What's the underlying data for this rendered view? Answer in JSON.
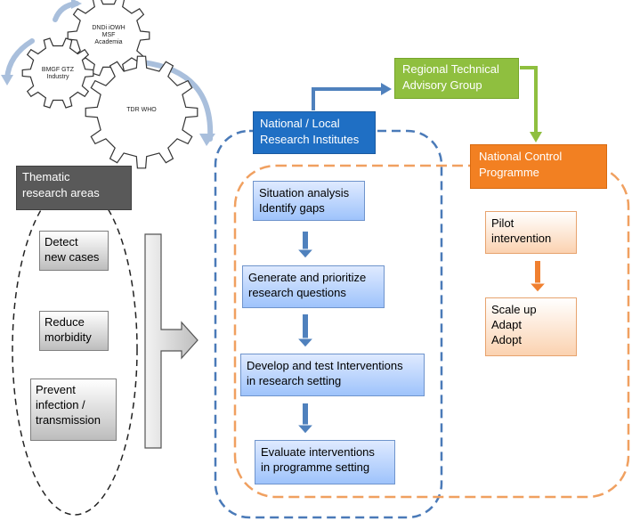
{
  "gears": {
    "top": [
      "DNDi iOWH",
      "MSF",
      "Academia"
    ],
    "left": [
      "BMGF GTZ",
      "Industry"
    ],
    "big": [
      "TDR WHO"
    ]
  },
  "thematic": {
    "header": [
      "Thematic",
      "research areas"
    ],
    "items": [
      [
        "Detect",
        "new cases"
      ],
      [
        "Reduce",
        "morbidity"
      ],
      [
        "Prevent",
        "infection /",
        "transmission"
      ]
    ]
  },
  "national_local": [
    "National / Local",
    "Research Institutes"
  ],
  "regional": [
    "Regional Technical",
    "Advisory Group"
  ],
  "national_control": [
    "National Control",
    "Programme"
  ],
  "research_steps": [
    [
      "Situation analysis",
      "Identify gaps"
    ],
    [
      "Generate and prioritize",
      "research questions"
    ],
    [
      "Develop and test Interventions",
      "in research setting"
    ],
    [
      "Evaluate interventions",
      "in programme setting"
    ]
  ],
  "programme_steps": [
    [
      "Pilot",
      "intervention"
    ],
    [
      "Scale up",
      "Adapt",
      "Adopt"
    ]
  ],
  "colors": {
    "blue_dash": "#4a7ab8",
    "orange_dash": "#f0a060",
    "arrow_blue": "#4f81bd",
    "arrow_orange": "#f08030",
    "arrow_green": "#8fbf3f",
    "gear_arrow": "#a9bfdc"
  }
}
